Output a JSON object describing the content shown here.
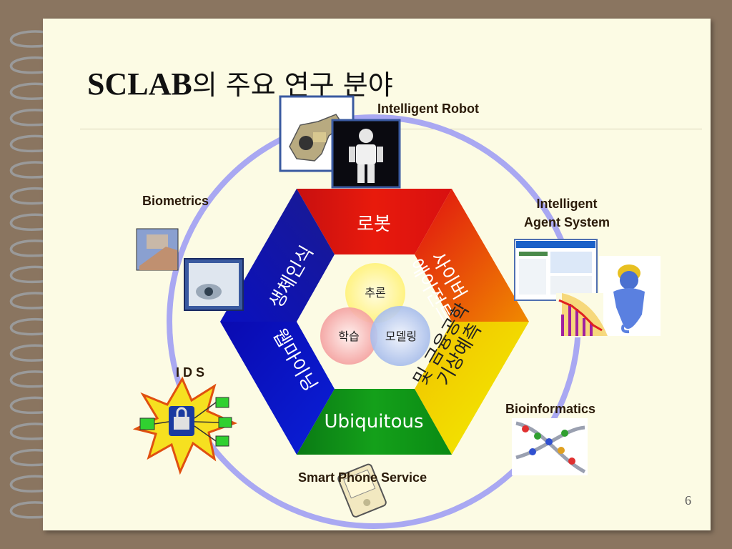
{
  "slide": {
    "title_en": "SCLAB",
    "title_kr": "의 주요 연구 분야",
    "page_number": "6"
  },
  "outer_labels": {
    "intelligent_robot": "Intelligent Robot",
    "biometrics": "Biometrics",
    "intelligent_agent_line1": "Intelligent",
    "intelligent_agent_line2": "Agent System",
    "ids": "I D S",
    "bioinformatics": "Bioinformatics",
    "smart_phone": "Smart Phone Service"
  },
  "hexagon": {
    "top": "로봇",
    "upper_right": "사이버 에이전트",
    "lower_right": "기상예측 및 금융공학",
    "bottom": "Ubiquitous",
    "lower_left": "웹마이닝",
    "upper_left": "생체인식"
  },
  "center": {
    "top_circle": "추론",
    "left_circle": "학습",
    "right_circle": "모델링"
  },
  "colors": {
    "red": "#e01010",
    "orange": "#f06a00",
    "yellow": "#f2ea00",
    "green": "#0a8a14",
    "blue": "#0a0ad0",
    "navy": "#102080",
    "ring": "#a9a8f2"
  }
}
